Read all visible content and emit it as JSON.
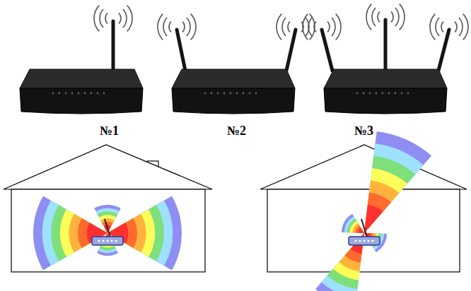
{
  "diagram": {
    "labels": [
      "№1",
      "№2",
      "№3"
    ]
  }
}
